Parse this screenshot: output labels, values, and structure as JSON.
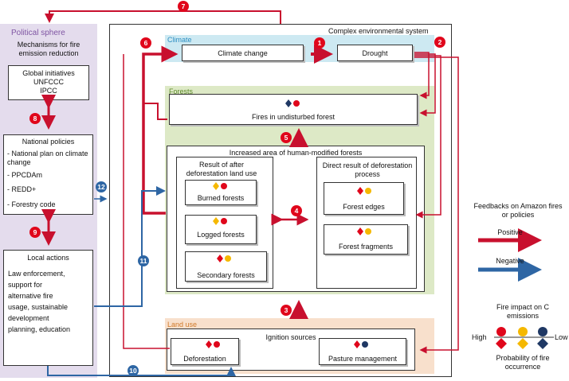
{
  "colors": {
    "red": "#c8102e",
    "blue": "#2e66a4",
    "yellow": "#f5b800",
    "navy": "#1f3864",
    "political_bg": "#e4dced",
    "climate_bg": "#cde9f2",
    "forest_bg": "#dde9c6",
    "landuse_bg": "#f8e0cc"
  },
  "political": {
    "title": "Political sphere",
    "mechanisms": "Mechanisms for fire emission reduction",
    "global": [
      "Global initiatives",
      "UNFCCC",
      "IPCC"
    ],
    "national_title": "National policies",
    "national_items": [
      "- National plan on climate change",
      "- PPCDAm",
      "- REDD+",
      "- Forestry code"
    ],
    "local_title": "Local actions",
    "local_text": "Law enforcement, support for alternative fire usage, sustainable development planning, education"
  },
  "system": {
    "title": "Complex environmental system"
  },
  "climate": {
    "label": "Climate",
    "change": "Climate change",
    "drought": "Drought"
  },
  "forests": {
    "label": "Forests",
    "undisturbed": "Fires in undisturbed forest",
    "modified_title": "Increased area of human-modified forests",
    "after_title": "Result of after deforestation land use",
    "direct_title": "Direct result of deforestation process",
    "burned": "Burned forests",
    "logged": "Logged forests",
    "secondary": "Secondary forests",
    "edges": "Forest edges",
    "fragments": "Forest fragments"
  },
  "landuse": {
    "label": "Land use",
    "ignition": "Ignition sources",
    "deforestation": "Deforestation",
    "pasture": "Pasture management"
  },
  "numbers": [
    "1",
    "2",
    "3",
    "4",
    "5",
    "6",
    "7",
    "8",
    "9",
    "10",
    "11",
    "12"
  ],
  "legend": {
    "feedbacks": "Feedbacks on Amazon fires or policies",
    "positive": "Positive",
    "negative": "Negative",
    "impact": "Fire impact on C emissions",
    "high": "High",
    "low": "Low",
    "probability": "Probability of fire occurrence"
  },
  "icons": {
    "diamond": "diamond-icon",
    "circle": "circle-icon"
  }
}
